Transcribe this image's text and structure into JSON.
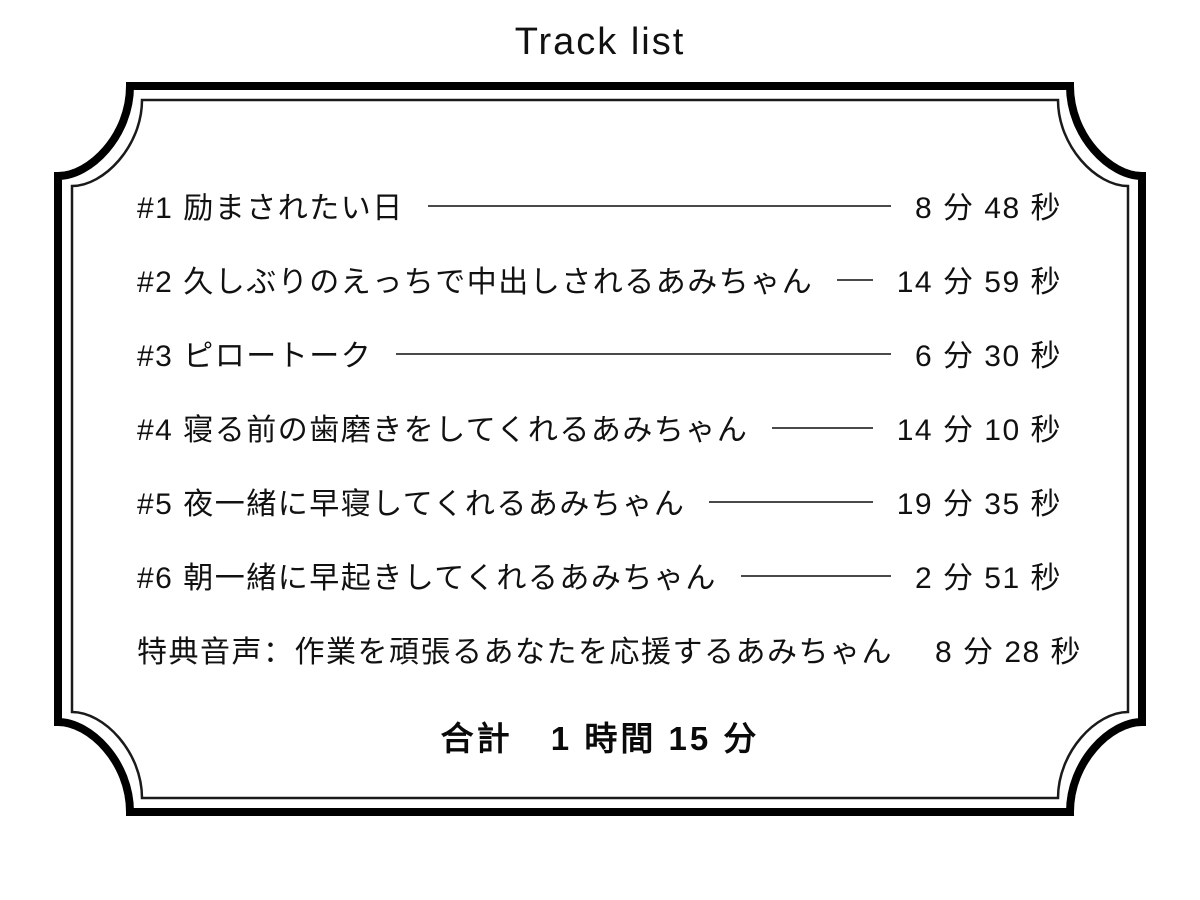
{
  "header": {
    "title": "Track list"
  },
  "frame": {
    "outer_stroke_color": "#000000",
    "inner_stroke_color": "#1a1a1a",
    "shape_name": "concave-corner-double-border"
  },
  "colors": {
    "background": "#ffffff",
    "text": "#111111",
    "leader_line": "#4a4a4a"
  },
  "tracks": [
    {
      "title": "#1 励まされたい日",
      "duration": "8 分 48 秒",
      "leader": true
    },
    {
      "title": "#2 久しぶりのえっちで中出しされるあみちゃん",
      "duration": "14 分 59 秒",
      "leader": true
    },
    {
      "title": "#3 ピロートーク",
      "duration": "6 分 30 秒",
      "leader": true
    },
    {
      "title": "#4 寝る前の歯磨きをしてくれるあみちゃん",
      "duration": "14 分 10 秒",
      "leader": true
    },
    {
      "title": "#5 夜一緒に早寝してくれるあみちゃん",
      "duration": "19 分 35 秒",
      "leader": true
    },
    {
      "title": "#6 朝一緒に早起きしてくれるあみちゃん",
      "duration": "2 分 51 秒",
      "leader": true
    },
    {
      "title": "特典音声：作業を頑張るあなたを応援するあみちゃん",
      "duration": "8 分 28 秒",
      "leader": false
    }
  ],
  "total": {
    "label": "合計",
    "value": "1 時間 15 分"
  }
}
